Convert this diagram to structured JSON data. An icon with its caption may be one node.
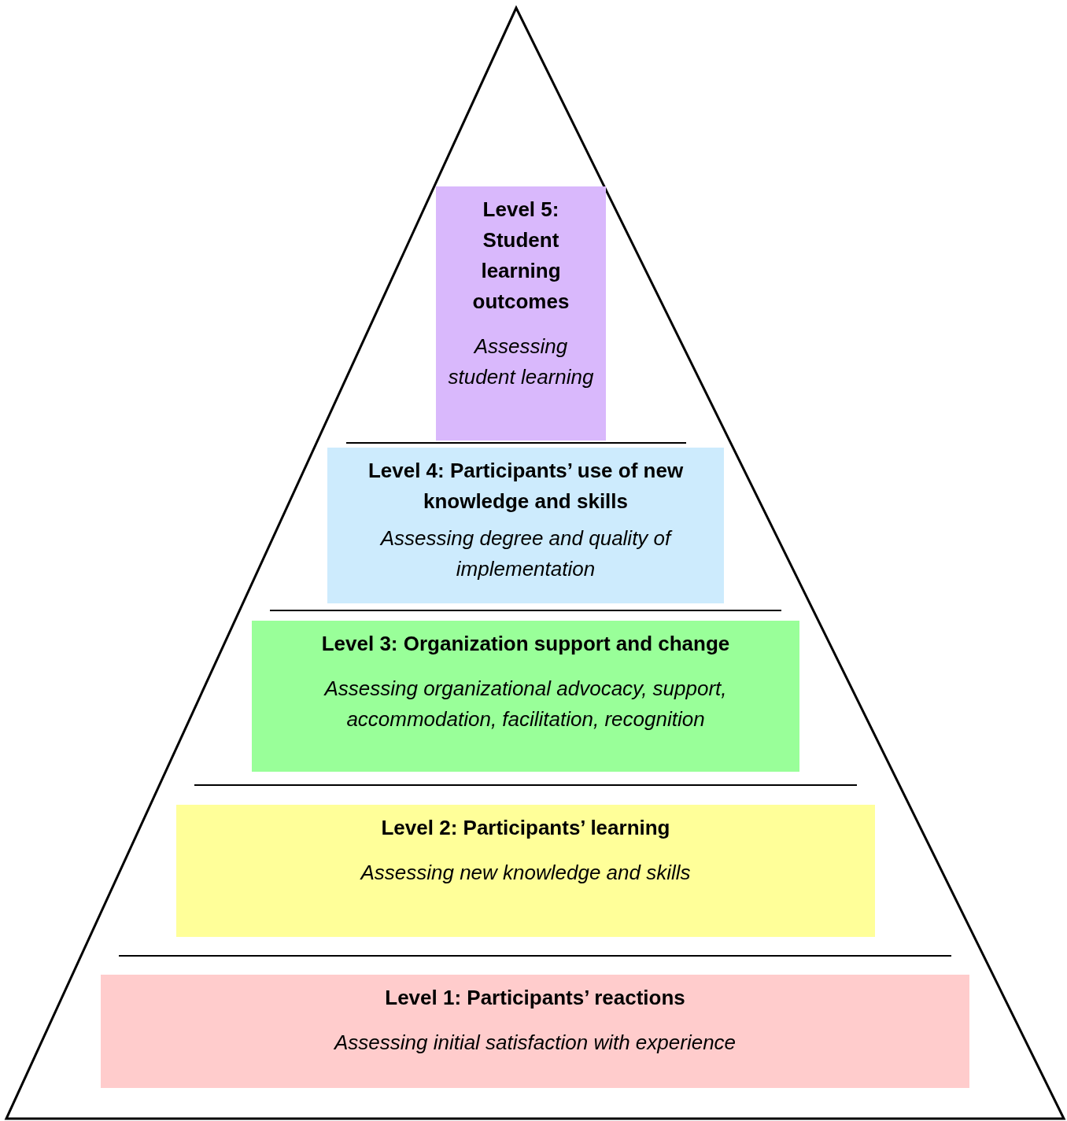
{
  "diagram": {
    "nodes": [
      {
        "text": [],
        "shape": "triangle"
      },
      {
        "text": [
          "Level 5: Student learning outcomes",
          "Assessing student learning"
        ],
        "in": 0
      },
      {
        "text": [
          "Level 4: Participants’ use of new knowledge and skills",
          "Assessing degree and quality of implementation"
        ],
        "in": 0
      },
      {
        "text": [
          "Level 3: Organization support and change",
          "Assessing organizational advocacy, support, accommodation, facilitation, recognition"
        ],
        "in": 0
      },
      {
        "text": [
          "Level 2: Participants’ learning",
          "Assessing new knowledge and skills"
        ],
        "in": 0
      },
      {
        "text": [
          "Level 1: Participants’ reactions",
          "Assessing initial satisfaction with experience"
        ],
        "in": 0
      }
    ]
  }
}
